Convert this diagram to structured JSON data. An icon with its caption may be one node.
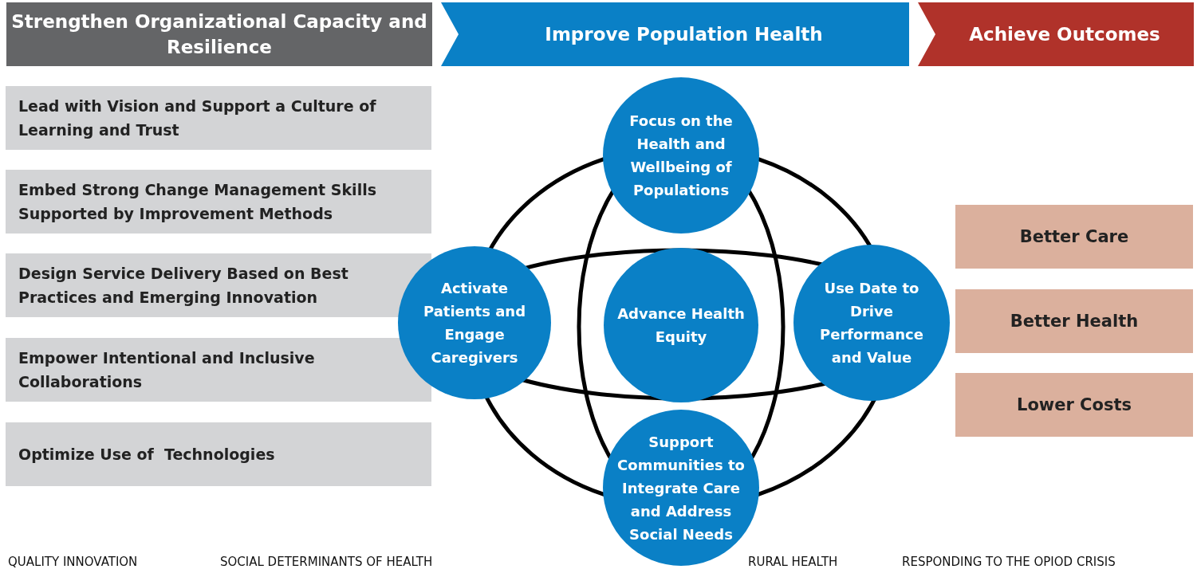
{
  "diagram": {
    "nodes": [
      {
        "text": [
          "Strengthen Organizational Capacity and Resilience"
        ]
      },
      {
        "text": [
          "Improve Population Health"
        ]
      },
      {
        "text": [
          "Achieve Outcomes"
        ]
      },
      {
        "text": [
          "Lead with Vision and Support a Culture of Learning and Trust"
        ]
      },
      {
        "text": [
          "Embed Strong Change Management Skills Supported by Improvement Methods"
        ]
      },
      {
        "text": [
          "Design Service Delivery Based on Best Practices and Emerging Innovation"
        ]
      },
      {
        "text": [
          "Empower Intentional and Inclusive Collaborations"
        ]
      },
      {
        "text": [
          "Optimize Use of  Technologies"
        ]
      },
      {
        "text": [
          "Focus on the Health and Wellbeing of Populations"
        ]
      },
      {
        "text": [
          "Activate Patients and Engage Caregivers"
        ]
      },
      {
        "text": [
          "Advance Health Equity"
        ]
      },
      {
        "text": [
          "Use Date to Drive Performance and Value"
        ]
      },
      {
        "text": [
          "Support Communities to Integrate Care and  Address Social Needs"
        ]
      },
      {
        "text": [
          "Better Care"
        ]
      },
      {
        "text": [
          "Better Health"
        ]
      },
      {
        "text": [
          "Lower Costs"
        ]
      }
    ],
    "labels": [
      "QUALITY INNOVATION",
      "SOCIAL DETERMINANTS OF HEALTH",
      "RURAL HEALTH",
      "RESPONDING TO THE OPIOD CRISIS"
    ]
  }
}
